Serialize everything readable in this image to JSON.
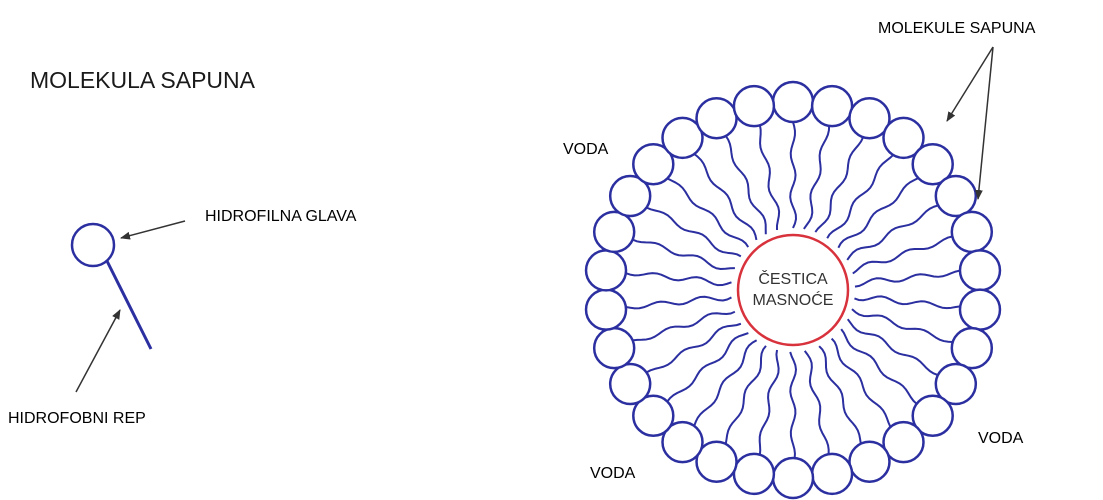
{
  "title": "MOLEKULA SAPUNA",
  "labels": {
    "head": "HIDROFILNA GLAVA",
    "tail": "HIDROFOBNI REP",
    "molecules": "MOLEKULE SAPUNA",
    "water": "VODA",
    "particle_line1": "ČESTICA",
    "particle_line2": "MASNOĆE"
  },
  "colors": {
    "molecule": "#2b2fa0",
    "particle": "#d8323c",
    "arrow": "#333333"
  }
}
